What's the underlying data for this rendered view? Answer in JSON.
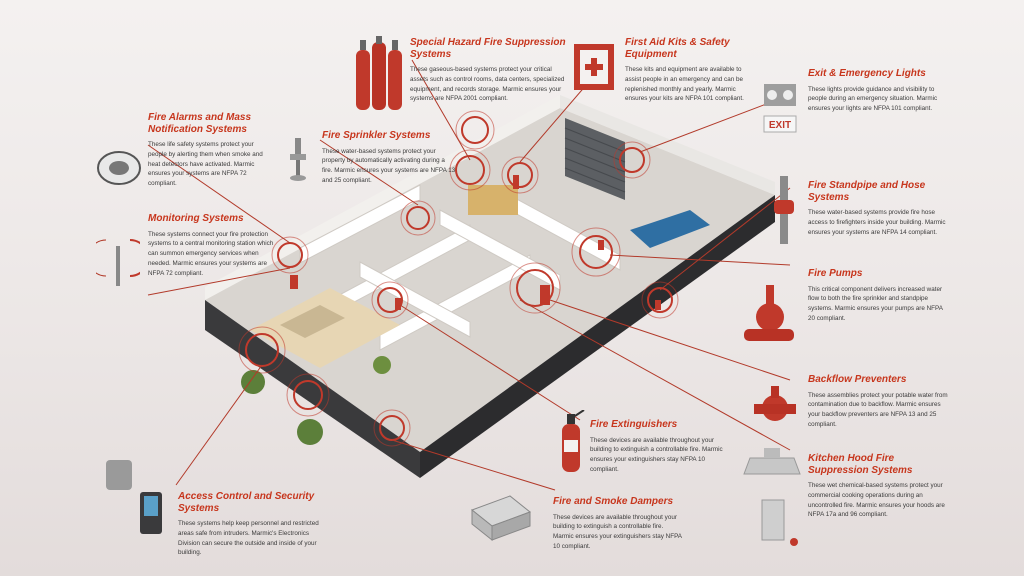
{
  "colors": {
    "accent": "#c7361d",
    "body_text": "#3b3b3b",
    "background": "#efebea"
  },
  "callouts": [
    {
      "id": "special-hazard",
      "title": "Special Hazard Fire Suppression Systems",
      "body": "These gaseous-based systems protect your critical assets such as control rooms, data centers, specialized equipment, and records storage. Marmic ensures your systems are NFPA 2001 compliant.",
      "icon": "gas-cylinders-icon"
    },
    {
      "id": "first-aid",
      "title": "First Aid Kits & Safety Equipment",
      "body": "These kits and equipment are available to assist people in an emergency and can be replenished monthly and yearly. Marmic ensures your kits are NFPA 101 compliant.",
      "icon": "first-aid-cabinet-icon"
    },
    {
      "id": "exit-lights",
      "title": "Exit & Emergency Lights",
      "body": "These lights provide guidance and visibility to people during an emergency situation. Marmic ensures your lights are NFPA 101 compliant.",
      "icon": "exit-sign-icon"
    },
    {
      "id": "fire-alarms",
      "title": "Fire Alarms and  Mass\nNotification Systems",
      "body": "These life safety systems protect your people by alerting them when smoke and heat detectors have activated. Marmic ensures your systems are NFPA 72 compliant.",
      "icon": "smoke-detector-icon"
    },
    {
      "id": "sprinkler",
      "title": "Fire Sprinkler Systems",
      "body": "These water-based systems protect your property by automatically activating during a fire. Marmic ensures your systems are NFPA 13 and 25 compliant.",
      "icon": "sprinkler-head-icon"
    },
    {
      "id": "standpipe",
      "title": "Fire Standpipe and Hose Systems",
      "body": "These water-based systems provide fire hose access to firefighters inside your building. Marmic ensures your systems are NFPA 14 compliant.",
      "icon": "standpipe-icon"
    },
    {
      "id": "monitoring",
      "title": "Monitoring Systems",
      "body": "These systems connect your fire protection systems to a central monitoring station which can summon emergency services when needed. Marmic ensures your systems are NFPA 72 compliant.",
      "icon": "antenna-signal-icon"
    },
    {
      "id": "fire-pumps",
      "title": "Fire Pumps",
      "body": "This critical component delivers increased water flow to both the fire sprinkler and standpipe systems. Marmic ensures your pumps are NFPA 20 compliant.",
      "icon": "fire-pump-icon"
    },
    {
      "id": "backflow",
      "title": "Backflow Preventers",
      "body": "These assemblies protect your potable water from contamination due to backflow. Marmic ensures your backflow preventers are NFPA 13 and 25 compliant.",
      "icon": "backflow-valve-icon"
    },
    {
      "id": "extinguishers",
      "title": "Fire Extinguishers",
      "body": "These devices are available throughout your building to extinguish a controllable fire. Marmic ensures your extinguishers stay NFPA 10 compliant.",
      "icon": "fire-extinguisher-icon"
    },
    {
      "id": "kitchen-hood",
      "title": "Kitchen Hood Fire\nSuppression Systems",
      "body": "These wet chemical-based systems protect your commercial cooking operations during an uncontrolled fire. Marmic ensures your hoods are NFPA 17a and 96 compliant.",
      "icon": "kitchen-hood-icon"
    },
    {
      "id": "access-control",
      "title": "Access Control and Security Systems",
      "body": "These systems help keep personnel and restricted areas safe from intruders. Marmic's Electronics Division can secure the outside and inside of your building.",
      "icon": "access-keypad-icon"
    },
    {
      "id": "dampers",
      "title": "Fire and Smoke Dampers",
      "body": "These devices are available throughout your building to extinguish a controllable fire. Marmic ensures your extinguishers stay NFPA 10 compliant.",
      "icon": "damper-icon"
    }
  ]
}
